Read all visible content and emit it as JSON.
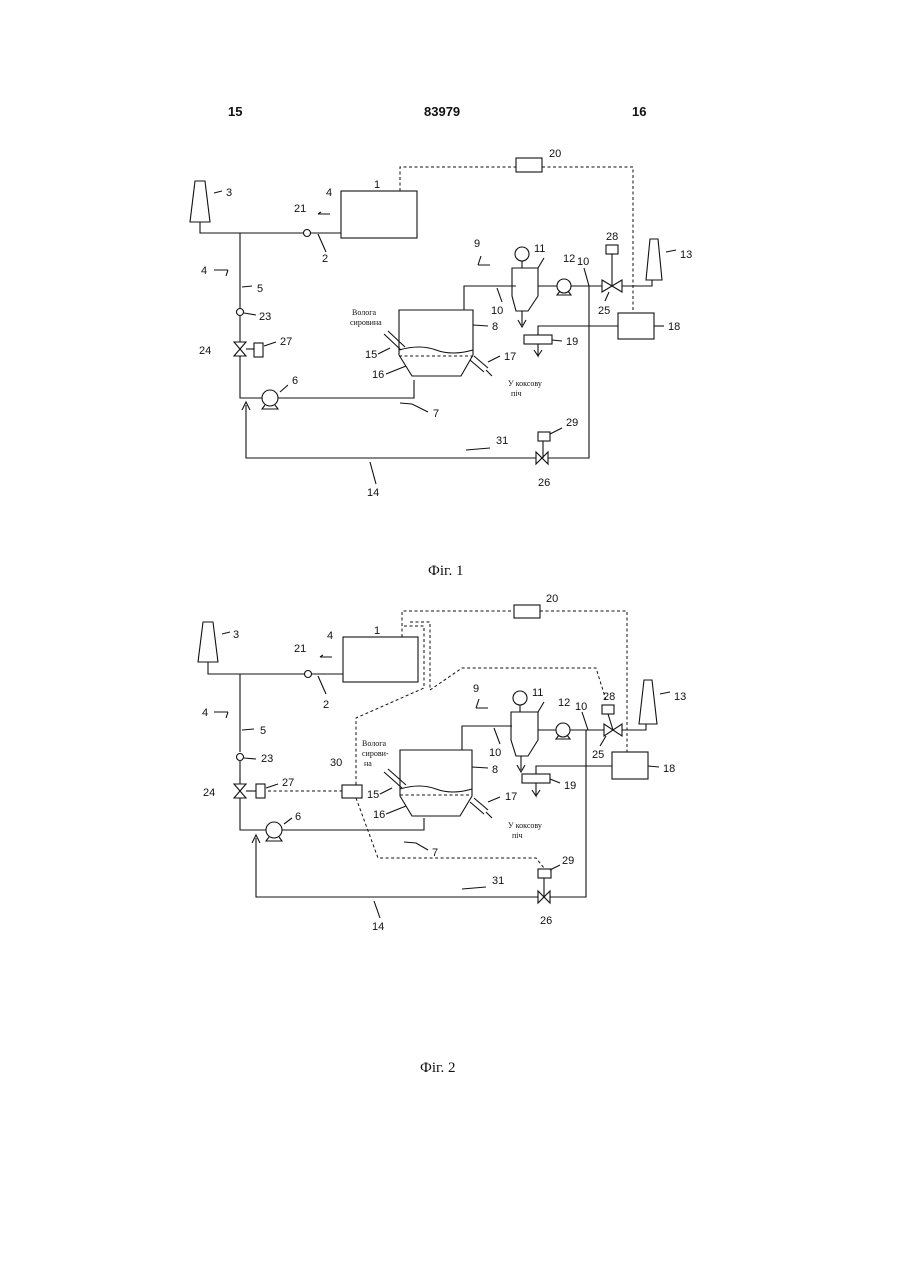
{
  "header": {
    "left": "15",
    "center": "83979",
    "right": "16"
  },
  "figures": [
    {
      "caption": "Фіг. 1"
    },
    {
      "caption": "Фіг. 2"
    }
  ],
  "labels": {
    "feed_line1": "Волога",
    "feed_line2": "сировина",
    "feed2_line1": "Волога",
    "feed2_line2": "сирови-",
    "feed2_line3": "на",
    "coke_line1": "У коксову",
    "coke_line2": "піч"
  },
  "numbers": {
    "n1": "1",
    "n2": "2",
    "n3": "3",
    "n4": "4",
    "n5": "5",
    "n6": "6",
    "n7": "7",
    "n8": "8",
    "n9": "9",
    "n10": "10",
    "n11": "11",
    "n12": "12",
    "n13": "13",
    "n14": "14",
    "n15": "15",
    "n16": "16",
    "n17": "17",
    "n18": "18",
    "n19": "19",
    "n20": "20",
    "n21": "21",
    "n23": "23",
    "n24": "24",
    "n25": "25",
    "n26": "26",
    "n27": "27",
    "n28": "28",
    "n29": "29",
    "n30": "30",
    "n31": "31"
  }
}
